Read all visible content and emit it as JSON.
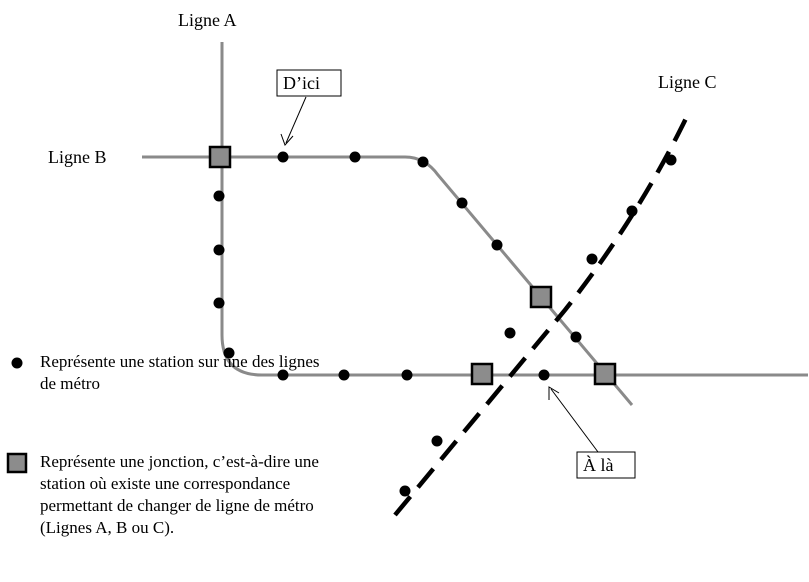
{
  "lines": [
    {
      "id": "A",
      "label": "Ligne A",
      "style": "solid",
      "color": "#8a8a8a"
    },
    {
      "id": "B",
      "label": "Ligne B",
      "style": "solid",
      "color": "#8a8a8a"
    },
    {
      "id": "C",
      "label": "Ligne C",
      "style": "dashed",
      "color": "#000000"
    }
  ],
  "callouts": {
    "from": "D’ici",
    "to": "À là"
  },
  "legend": {
    "station": "Représente une station sur une des lignes de métro",
    "junction": "Représente une jonction, c’est-à-dire une station où existe une correspondance permettant de changer de ligne de métro (Lignes A, B ou C)."
  },
  "colors": {
    "junction_fill": "#8c8c8c",
    "station": "#000000"
  }
}
